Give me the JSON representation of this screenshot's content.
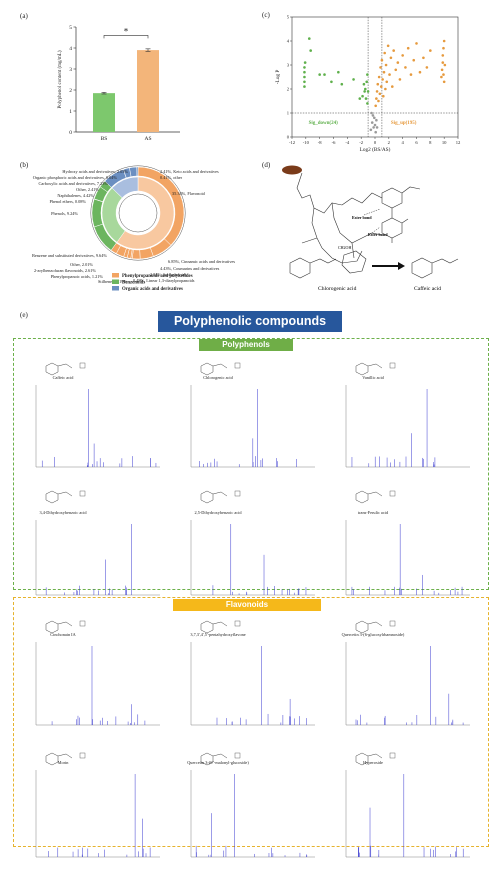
{
  "panels": {
    "a": "(a)",
    "b": "(b)",
    "c": "(c)",
    "d": "(d)",
    "e": "(e)"
  },
  "colors": {
    "bs": "#7dc86d",
    "as": "#f3b57a",
    "down": "#5fb04c",
    "up": "#e69a3e",
    "ns": "#9a9a9a",
    "phenyl": "#f2a463",
    "benzen": "#6cb55f",
    "organic": "#6b8fc1",
    "navy": "#27579c",
    "green": "#6fae47",
    "yellow": "#f5b81a"
  },
  "chart_data": [
    {
      "type": "bar",
      "categories": [
        "BS",
        "AS"
      ],
      "values": [
        1.85,
        3.9
      ],
      "errors": [
        0.04,
        0.06
      ],
      "ylabel": "Polyphenol content (mg/mL)",
      "ylim": [
        0,
        5
      ],
      "yticks": [
        "0",
        "1",
        "2",
        "3",
        "4",
        "5"
      ],
      "significance": "*"
    },
    {
      "type": "scatter",
      "xlabel": "Log2 (BS/AS)",
      "ylabel": "-Log P",
      "xlim": [
        -12,
        12
      ],
      "ylim": [
        0,
        5
      ],
      "xticks": [
        "-12",
        "-10",
        "-8",
        "-6",
        "-4",
        "-2",
        "0",
        "2",
        "4",
        "6",
        "8",
        "10",
        "12"
      ],
      "yticks": [
        "0",
        "1",
        "2",
        "3",
        "4",
        "5"
      ],
      "down_label": "Sig_down(24)",
      "up_label": "Sig_up(195)",
      "series": [
        {
          "name": "Sig_down(24)",
          "points": [
            [
              -10.2,
              2.9
            ],
            [
              -10.2,
              2.7
            ],
            [
              -10.2,
              2.5
            ],
            [
              -10.2,
              2.3
            ],
            [
              -10.2,
              2.1
            ],
            [
              -10.1,
              3.1
            ],
            [
              -9.5,
              4.1
            ],
            [
              -9.3,
              3.6
            ],
            [
              -8.0,
              2.6
            ],
            [
              -7.3,
              2.6
            ],
            [
              -6.3,
              2.3
            ],
            [
              -5.3,
              2.7
            ],
            [
              -4.8,
              2.2
            ],
            [
              -3.1,
              2.4
            ],
            [
              -2.2,
              1.6
            ],
            [
              -1.6,
              2.2
            ],
            [
              -1.4,
              2.0
            ],
            [
              -1.2,
              2.3
            ],
            [
              -1.1,
              1.4
            ],
            [
              -1.0,
              1.9
            ],
            [
              -1.3,
              1.6
            ],
            [
              -1.1,
              2.6
            ],
            [
              -1.5,
              1.9
            ],
            [
              -1.8,
              1.7
            ]
          ]
        },
        {
          "name": "Sig_up(195)",
          "points": [
            [
              0.1,
              1.3
            ],
            [
              0.2,
              1.6
            ],
            [
              0.3,
              1.9
            ],
            [
              0.4,
              2.2
            ],
            [
              0.5,
              1.5
            ],
            [
              0.6,
              2.5
            ],
            [
              0.7,
              1.8
            ],
            [
              0.8,
              2.9
            ],
            [
              0.9,
              2.1
            ],
            [
              1.0,
              3.2
            ],
            [
              1.1,
              2.4
            ],
            [
              1.2,
              1.7
            ],
            [
              1.3,
              2.7
            ],
            [
              1.4,
              3.5
            ],
            [
              1.5,
              2.0
            ],
            [
              1.6,
              3.0
            ],
            [
              1.7,
              2.3
            ],
            [
              1.9,
              3.8
            ],
            [
              2.1,
              2.6
            ],
            [
              2.3,
              3.3
            ],
            [
              2.5,
              2.1
            ],
            [
              2.7,
              3.6
            ],
            [
              3.0,
              2.8
            ],
            [
              3.3,
              3.1
            ],
            [
              3.6,
              2.4
            ],
            [
              4.0,
              3.4
            ],
            [
              4.4,
              2.9
            ],
            [
              4.8,
              3.7
            ],
            [
              5.2,
              2.6
            ],
            [
              5.6,
              3.2
            ],
            [
              6.0,
              3.9
            ],
            [
              6.5,
              2.7
            ],
            [
              7.0,
              3.3
            ],
            [
              7.5,
              2.9
            ],
            [
              8.0,
              3.6
            ],
            [
              9.6,
              2.5
            ],
            [
              9.7,
              2.8
            ],
            [
              9.8,
              3.1
            ],
            [
              9.8,
              3.4
            ],
            [
              9.9,
              3.7
            ],
            [
              10.0,
              4.0
            ],
            [
              10.0,
              2.3
            ],
            [
              9.9,
              2.6
            ],
            [
              10.1,
              3.0
            ]
          ]
        },
        {
          "name": "ns",
          "points": [
            [
              -0.6,
              0.3
            ],
            [
              -0.4,
              0.6
            ],
            [
              -0.3,
              0.9
            ],
            [
              -0.2,
              0.4
            ],
            [
              -0.1,
              0.8
            ],
            [
              0.0,
              0.5
            ],
            [
              0.1,
              0.2
            ],
            [
              0.2,
              0.7
            ],
            [
              -0.5,
              1.0
            ],
            [
              0.3,
              0.4
            ]
          ]
        }
      ],
      "threshold_y": 1
    },
    {
      "type": "pie",
      "title": "",
      "slices": [
        {
          "label": "35.34%, Flavonoid",
          "value": 35.34,
          "group": "phenyl"
        },
        {
          "label": "6.85%, Cinnamic acids and derivatives",
          "value": 6.85,
          "group": "phenyl"
        },
        {
          "label": "4.43%, Coumarins and derivatives",
          "value": 4.43,
          "group": "phenyl"
        },
        {
          "label": "2.61%, Isoflavonoids",
          "value": 2.61,
          "group": "phenyl"
        },
        {
          "label": "0.48%, Linear 1,3-diarylpropanoids",
          "value": 0.48,
          "group": "phenyl"
        },
        {
          "label": "Stilbenes, 1.19%",
          "value": 1.19,
          "group": "phenyl"
        },
        {
          "label": "Phenylpropanoic acids, 1.21%",
          "value": 1.21,
          "group": "phenyl"
        },
        {
          "label": "2-arylbenzofuran flavonoids, 2.61%",
          "value": 2.61,
          "group": "phenyl"
        },
        {
          "label": "Other, 2.01%",
          "value": 2.01,
          "group": "phenyl"
        },
        {
          "label": "Benzene and substituted derivatives, 9.64%",
          "value": 9.64,
          "group": "benzen"
        },
        {
          "label": "Phenols, 9.24%",
          "value": 9.24,
          "group": "benzen"
        },
        {
          "label": "Phenol ethers, 0.08%",
          "value": 0.08,
          "group": "benzen"
        },
        {
          "label": "Naphthalenes, 4.42%",
          "value": 4.42,
          "group": "benzen"
        },
        {
          "label": "Other, 2.41%",
          "value": 2.41,
          "group": "benzen"
        },
        {
          "label": "Carboxylic acids and derivatives, 7.23%",
          "value": 7.23,
          "group": "organic"
        },
        {
          "label": "Organic phosphoric acids and derivatives, 0.04%",
          "value": 0.04,
          "group": "organic"
        },
        {
          "label": "Hydroxy acids and derivatives, 2.03%",
          "value": 2.03,
          "group": "organic"
        },
        {
          "label": "2.41%, Keto acids and derivatives",
          "value": 2.41,
          "group": "organic"
        },
        {
          "label": "0.41%, other",
          "value": 0.41,
          "group": "organic"
        }
      ],
      "legend": [
        "Phenylpropanoids and polyketides",
        "Benzenoids",
        "Organic acids and derivatives"
      ]
    }
  ],
  "structure": {
    "ester1": "Ester bond",
    "ester2": "Ester bond",
    "ch2oh": "CH2OH",
    "chlorogenic": "Chlorogenic acid",
    "caffeic": "Caffeic acid"
  },
  "section_e": {
    "title": "Polyphenolic compounds",
    "polyphenols_tag": "Polyphenols",
    "flavonoids_tag": "Flavonoids",
    "polyphenols": [
      "Caffeic acid",
      "Chlorogenic acid",
      "Vanillic acid",
      "3,4-Dihydroxybenzoic acid",
      "2,5-Dihydroxybenzoic acid",
      "trans-Ferulic acid"
    ],
    "flavonoids": [
      "Cinchonain IA",
      "3,7,3',4',5'-pentahydroxyflavone",
      "Quercetin 3-(6-glucosylrhamnoside)",
      "Morin",
      "Quercetin 3-(6''-malonyl-glucoside)",
      "Hyperoside"
    ]
  }
}
